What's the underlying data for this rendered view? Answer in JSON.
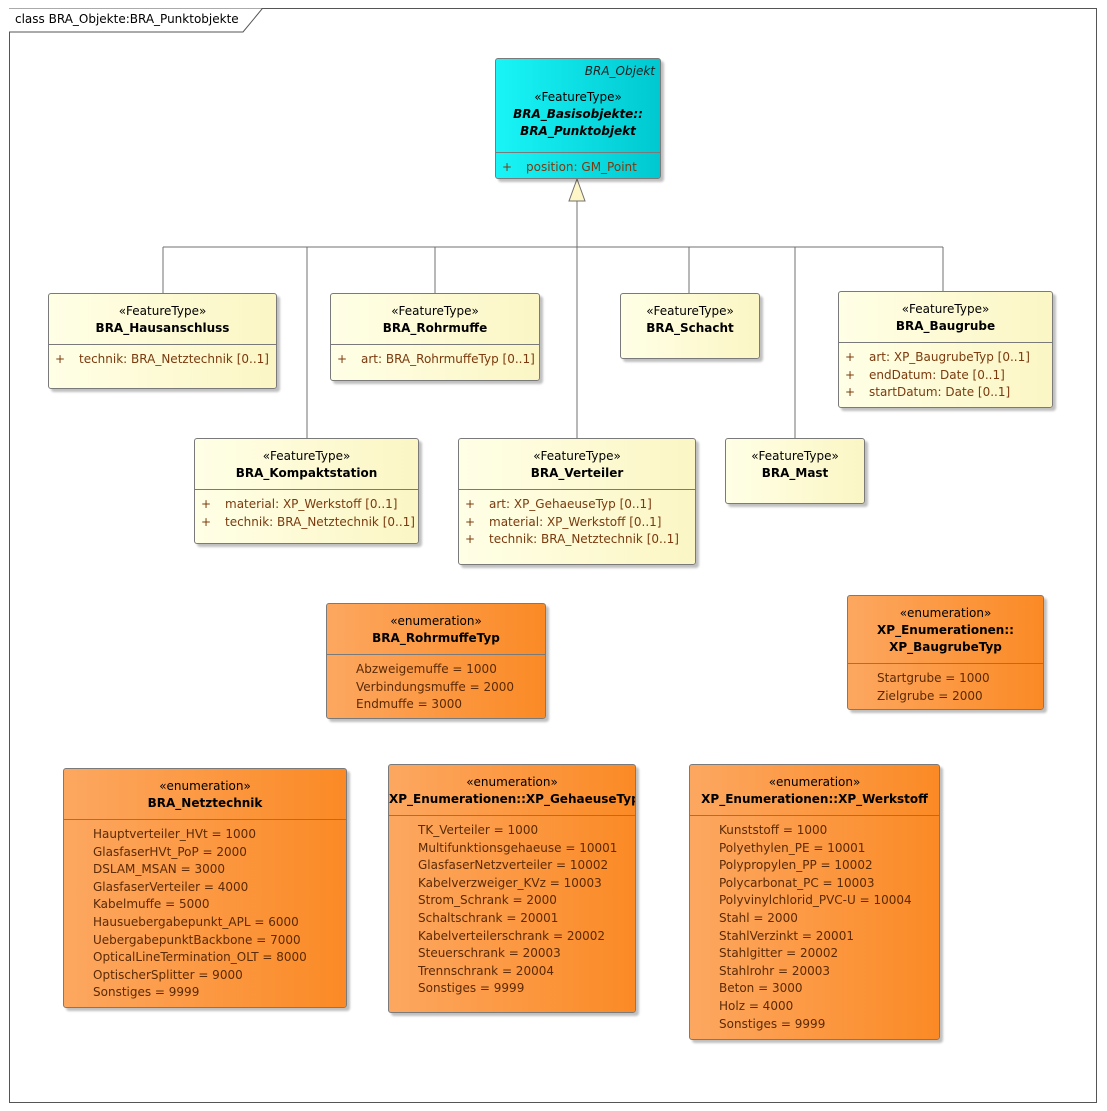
{
  "frame_title": "class BRA_Objekte:BRA_Punktobjekte",
  "parent_class": {
    "parent_name": "BRA_Objekt",
    "stereotype": "«FeatureType»",
    "name_line1": "BRA_Basisobjekte::",
    "name_line2": "BRA_Punktobjekt",
    "attributes": [
      {
        "vis": "+",
        "text": "position: GM_Point"
      }
    ]
  },
  "feature_types": [
    {
      "stereotype": "«FeatureType»",
      "name": "BRA_Hausanschluss",
      "attributes": [
        {
          "vis": "+",
          "text": "technik: BRA_Netztechnik [0..1]"
        }
      ]
    },
    {
      "stereotype": "«FeatureType»",
      "name": "BRA_Rohrmuffe",
      "attributes": [
        {
          "vis": "+",
          "text": "art: BRA_RohrmuffeTyp [0..1]"
        }
      ]
    },
    {
      "stereotype": "«FeatureType»",
      "name": "BRA_Schacht",
      "attributes": []
    },
    {
      "stereotype": "«FeatureType»",
      "name": "BRA_Baugrube",
      "attributes": [
        {
          "vis": "+",
          "text": "art: XP_BaugrubeTyp [0..1]"
        },
        {
          "vis": "+",
          "text": "endDatum: Date [0..1]"
        },
        {
          "vis": "+",
          "text": "startDatum: Date [0..1]"
        }
      ]
    },
    {
      "stereotype": "«FeatureType»",
      "name": "BRA_Kompaktstation",
      "attributes": [
        {
          "vis": "+",
          "text": "material: XP_Werkstoff [0..1]"
        },
        {
          "vis": "+",
          "text": "technik: BRA_Netztechnik [0..1]"
        }
      ]
    },
    {
      "stereotype": "«FeatureType»",
      "name": "BRA_Verteiler",
      "attributes": [
        {
          "vis": "+",
          "text": "art: XP_GehaeuseTyp [0..1]"
        },
        {
          "vis": "+",
          "text": "material: XP_Werkstoff [0..1]"
        },
        {
          "vis": "+",
          "text": "technik: BRA_Netztechnik [0..1]"
        }
      ]
    },
    {
      "stereotype": "«FeatureType»",
      "name": "BRA_Mast",
      "attributes": []
    }
  ],
  "enumerations": [
    {
      "stereotype": "«enumeration»",
      "name_lines": [
        "BRA_RohrmuffeTyp"
      ],
      "values": [
        "Abzweigemuffe = 1000",
        "Verbindungsmuffe = 2000",
        "Endmuffe = 3000"
      ]
    },
    {
      "stereotype": "«enumeration»",
      "name_lines": [
        "XP_Enumerationen::",
        "XP_BaugrubeTyp"
      ],
      "values": [
        "Startgrube = 1000",
        "Zielgrube = 2000"
      ]
    },
    {
      "stereotype": "«enumeration»",
      "name_lines": [
        "BRA_Netztechnik"
      ],
      "values": [
        "Hauptverteiler_HVt = 1000",
        "GlasfaserHVt_PoP = 2000",
        "DSLAM_MSAN = 3000",
        "GlasfaserVerteiler = 4000",
        "Kabelmuffe = 5000",
        "Hausuebergabepunkt_APL = 6000",
        "UebergabepunktBackbone = 7000",
        "OpticalLineTermination_OLT = 8000",
        "OptischerSplitter = 9000",
        "Sonstiges = 9999"
      ]
    },
    {
      "stereotype": "«enumeration»",
      "name_lines": [
        "XP_Enumerationen::XP_GehaeuseTyp"
      ],
      "values": [
        "TK_Verteiler = 1000",
        "Multifunktionsgehaeuse = 10001",
        "GlasfaserNetzverteiler = 10002",
        "Kabelverzweiger_KVz = 10003",
        "Strom_Schrank = 2000",
        "Schaltschrank = 20001",
        "Kabelverteilerschrank = 20002",
        "Steuerschrank = 20003",
        "Trennschrank = 20004",
        "Sonstiges = 9999"
      ]
    },
    {
      "stereotype": "«enumeration»",
      "name_lines": [
        "XP_Enumerationen::XP_Werkstoff"
      ],
      "values": [
        "Kunststoff = 1000",
        "Polyethylen_PE = 10001",
        "Polypropylen_PP = 10002",
        "Polycarbonat_PC = 10003",
        "Polyvinylchlorid_PVC-U = 10004",
        "Stahl = 2000",
        "StahlVerzinkt = 20001",
        "Stahlgitter = 20002",
        "Stahlrohr = 20003",
        "Beton = 3000",
        "Holz = 4000",
        "Sonstiges = 9999"
      ]
    }
  ]
}
